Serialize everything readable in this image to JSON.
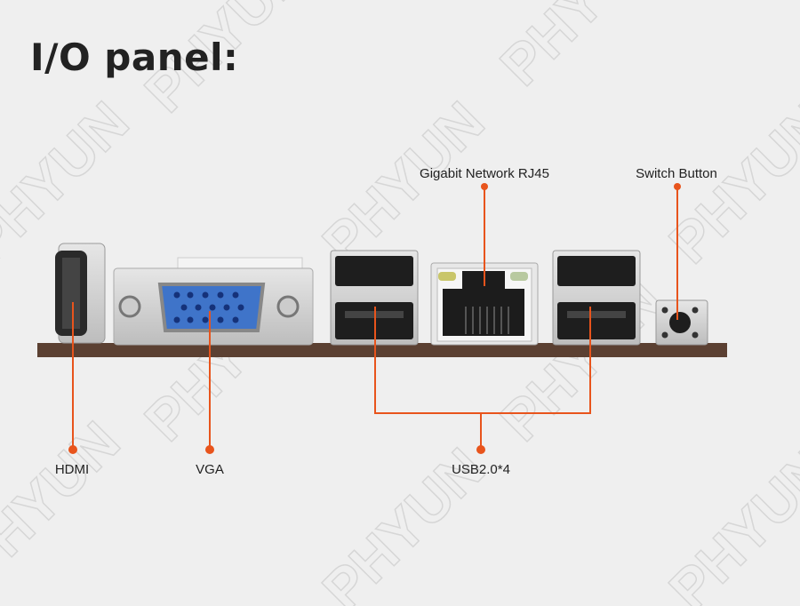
{
  "title": "I/O panel:",
  "watermark": "PHYUN",
  "labels": {
    "rj45": "Gigabit Network RJ45",
    "switch": "Switch Button",
    "hdmi": "HDMI",
    "vga": "VGA",
    "usb": "USB2.0*4"
  },
  "colors": {
    "accent": "#e8541c",
    "background": "#efefef",
    "pcb": "#5b4032",
    "vga_blue": "#3f74c9"
  }
}
